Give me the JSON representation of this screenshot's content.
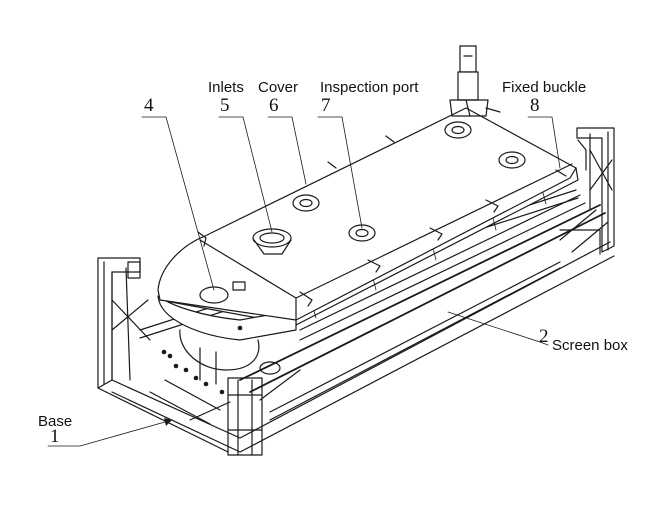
{
  "callouts": [
    {
      "key": "base",
      "number": "1",
      "label": "Base"
    },
    {
      "key": "screen_box",
      "number": "2",
      "label": "Screen box"
    },
    {
      "key": "item4",
      "number": "4",
      "label": ""
    },
    {
      "key": "inlets",
      "number": "5",
      "label": "Inlets"
    },
    {
      "key": "cover",
      "number": "6",
      "label": "Cover"
    },
    {
      "key": "inspection_port",
      "number": "7",
      "label": "Inspection port"
    },
    {
      "key": "fixed_buckle",
      "number": "8",
      "label": "Fixed buckle"
    }
  ]
}
